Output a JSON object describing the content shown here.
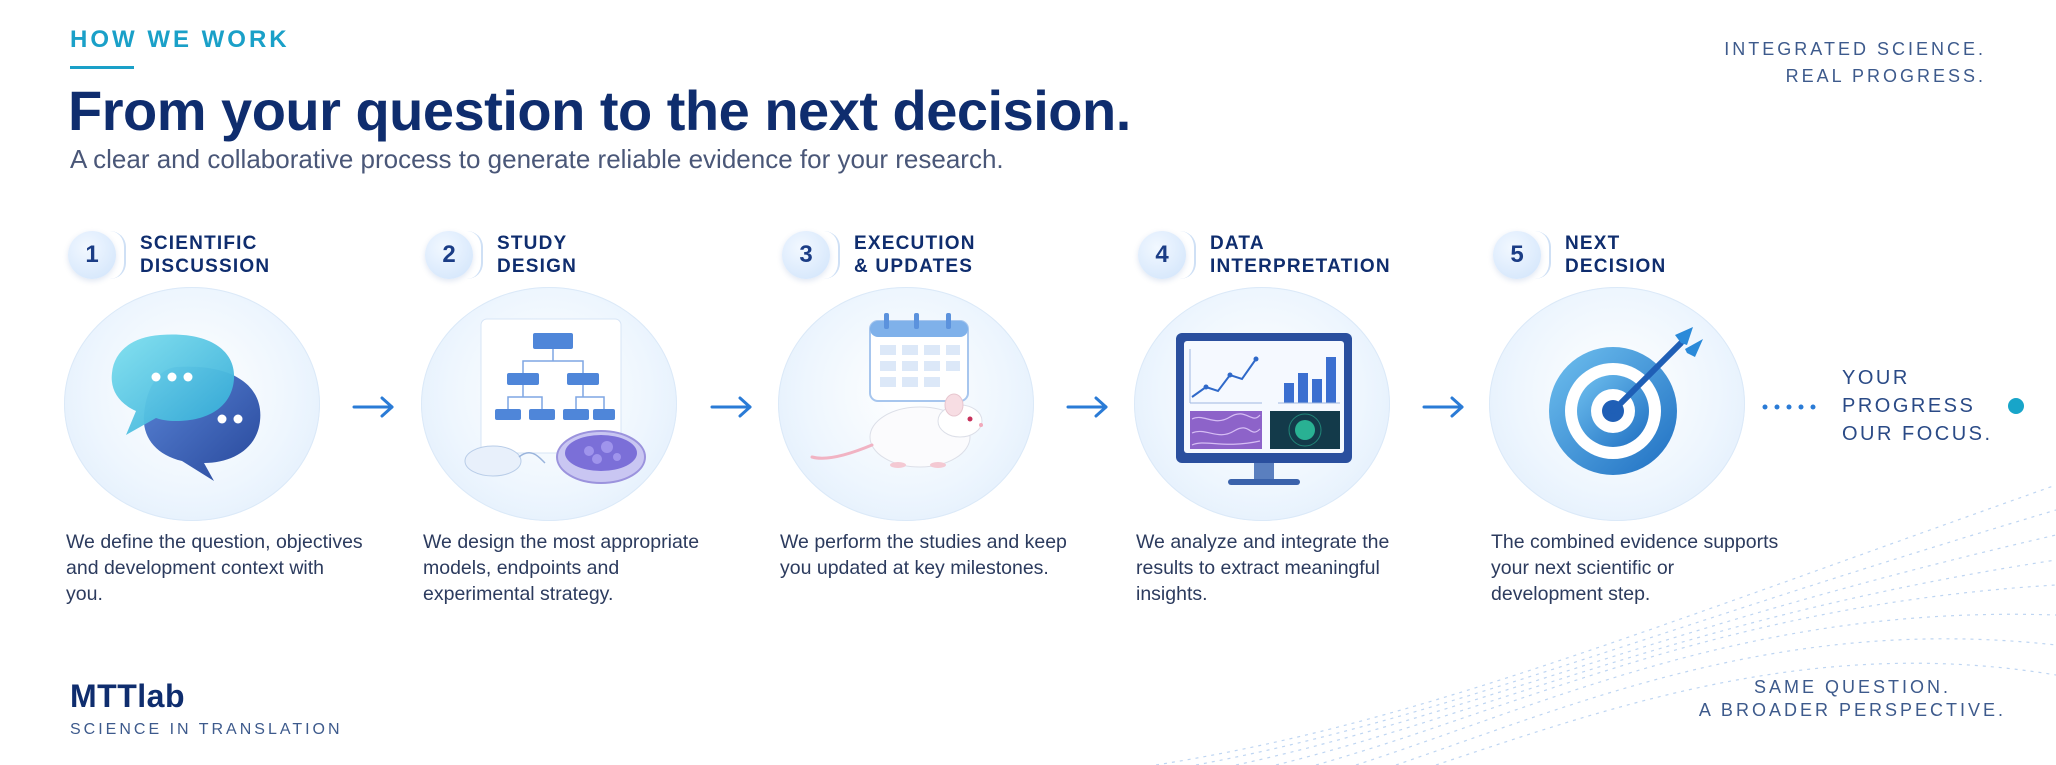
{
  "header": {
    "eyebrow": "HOW WE WORK",
    "title": "From your question to the next decision.",
    "subtitle": "A clear and collaborative process to generate reliable evidence for your research.",
    "tagline_top": [
      "INTEGRATED SCIENCE.",
      "REAL PROGRESS."
    ]
  },
  "steps": [
    {
      "number": "1",
      "label": [
        "SCIENTIFIC",
        "DISCUSSION"
      ],
      "icon": "chat-bubbles-icon",
      "description": "We define the question, objectives and development context with you."
    },
    {
      "number": "2",
      "label": [
        "STUDY",
        "DESIGN"
      ],
      "icon": "flowchart-mouse-petri-dish-icon",
      "description": "We design the most appropriate models, endpoints and experimental strategy."
    },
    {
      "number": "3",
      "label": [
        "EXECUTION",
        "& UPDATES"
      ],
      "icon": "calendar-lab-mouse-icon",
      "description": "We perform the studies and keep you updated at key milestones."
    },
    {
      "number": "4",
      "label": [
        "DATA",
        "INTERPRETATION"
      ],
      "icon": "monitor-charts-icon",
      "description": "We analyze and integrate the results to extract meaningful insights."
    },
    {
      "number": "5",
      "label": [
        "NEXT",
        "DECISION"
      ],
      "icon": "target-arrow-icon",
      "description": "The combined evidence supports your next scientific or development step."
    }
  ],
  "end_message": [
    "YOUR",
    "PROGRESS",
    "OUR FOCUS."
  ],
  "brand": {
    "name": "MTTlab",
    "tagline": "SCIENCE IN TRANSLATION"
  },
  "tagline_bottom": [
    "SAME QUESTION.",
    "A BROADER PERSPECTIVE."
  ],
  "colors": {
    "navy": "#0f2d6e",
    "accent_teal": "#1aa0c8",
    "arrow_blue": "#2a7bd6"
  }
}
